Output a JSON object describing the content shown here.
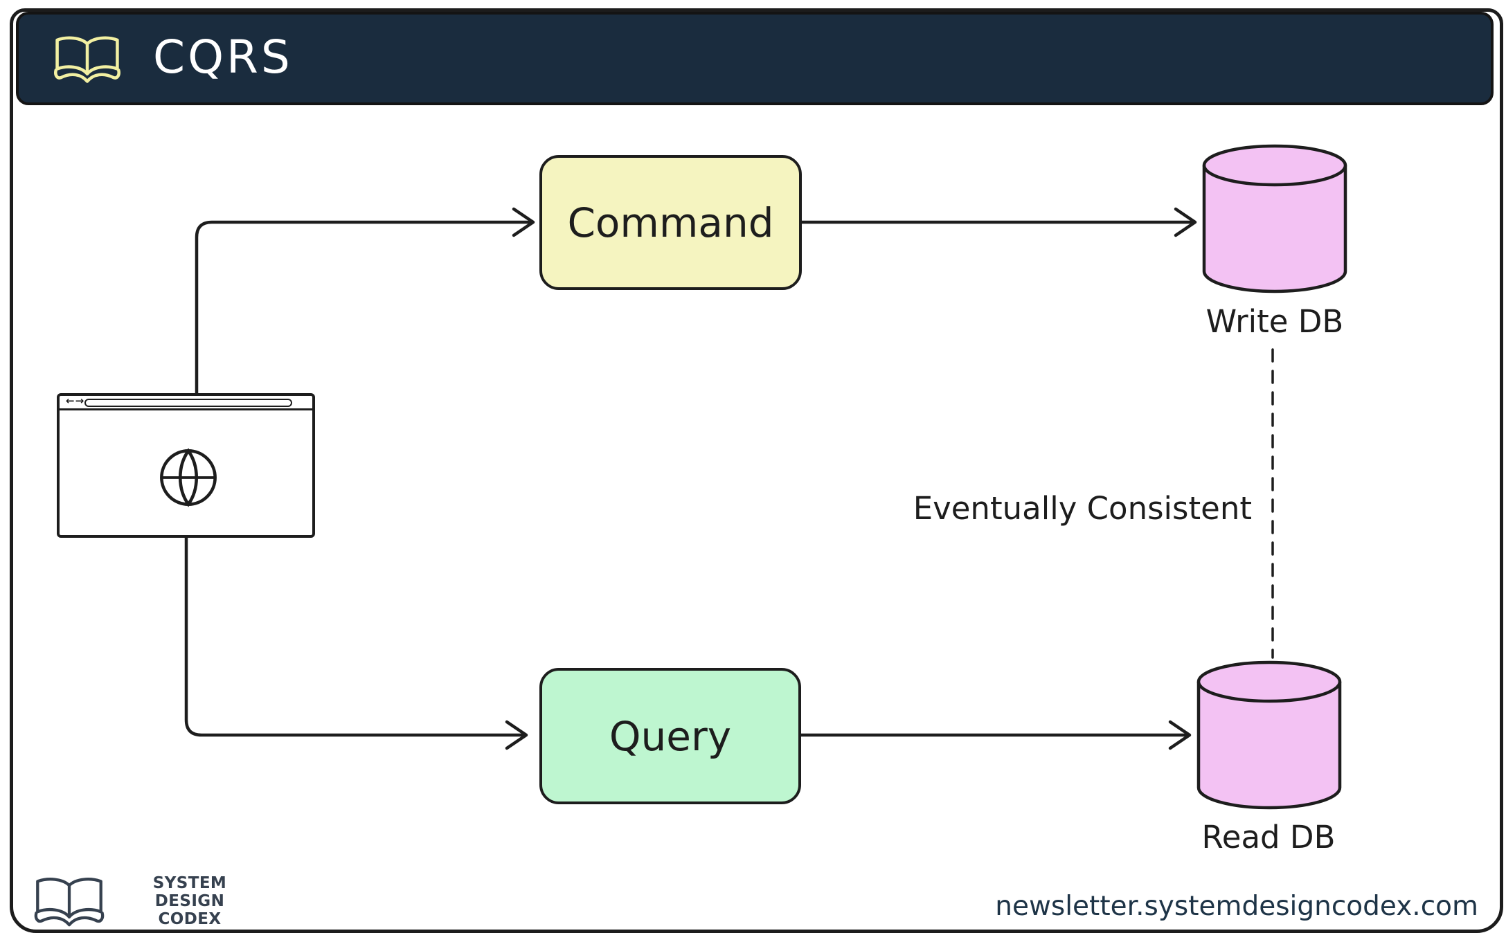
{
  "header": {
    "title": "CQRS"
  },
  "icons": {
    "header_logo": "open-book",
    "client": "browser-window-with-globe",
    "nav_back": "←",
    "nav_forward": "→",
    "database": "cylinder"
  },
  "boxes": {
    "command": "Command",
    "query": "Query"
  },
  "databases": {
    "write": "Write DB",
    "read": "Read DB"
  },
  "labels": {
    "consistency": "Eventually Consistent"
  },
  "footer": {
    "logo_line1": "SYSTEM DESIGN",
    "logo_line2": "CODEX",
    "website": "newsletter.systemdesigncodex.com"
  },
  "colors": {
    "header_bg": "#1a2c3e",
    "command_fill": "#f5f4c0",
    "query_fill": "#bef6d0",
    "db_fill": "#f3c2f3",
    "stroke": "#1d1d1d",
    "accent_yellow": "#f2f0a2",
    "logo_navy": "#36414f"
  }
}
